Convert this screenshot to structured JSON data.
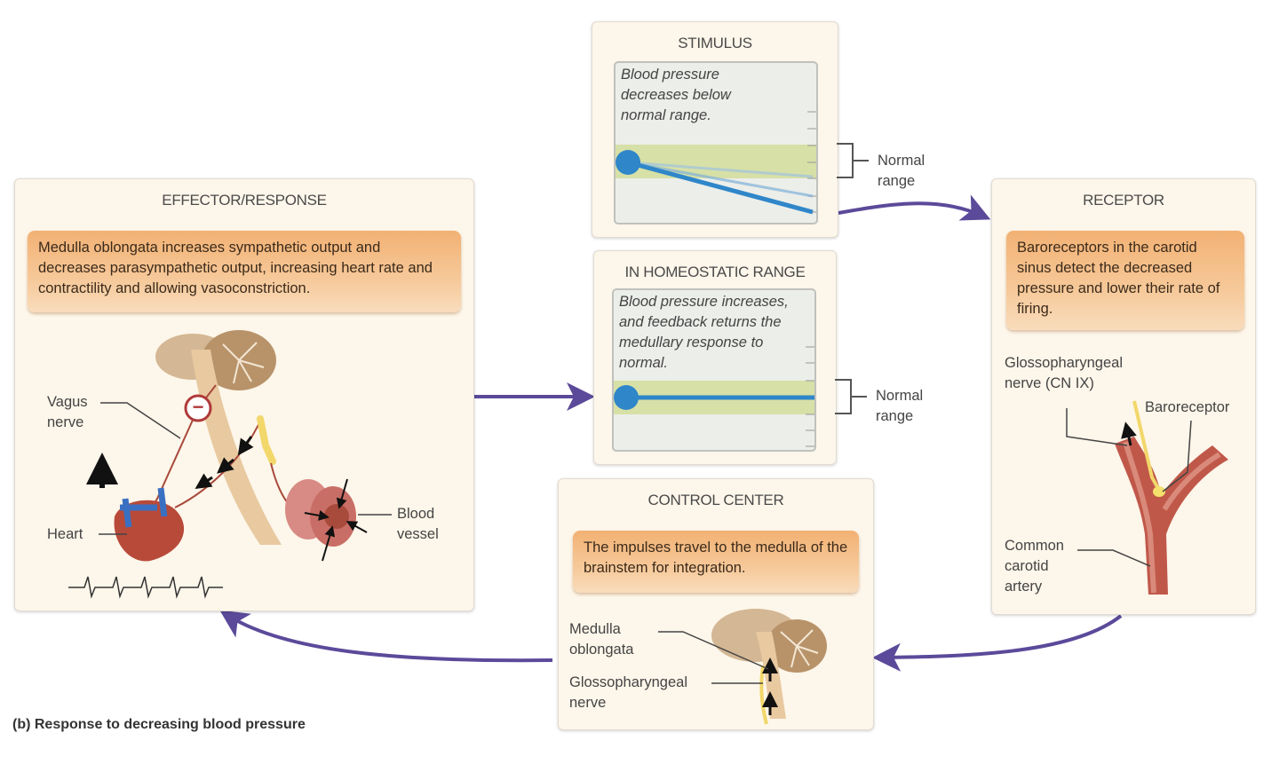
{
  "caption": "(b) Response to decreasing blood pressure",
  "colors": {
    "arrow": "#5b4a9a",
    "panel_bg": "#fdf6ea",
    "normal_band": "#d7e0a6",
    "bp_line": "#2f86c9",
    "orange_box": "#f4bb82"
  },
  "stimulus": {
    "title": "STIMULUS",
    "graph_text": "Blood pressure decreases below normal range.",
    "range_label": "Normal range"
  },
  "homeostatic": {
    "title": "IN HOMEOSTATIC RANGE",
    "graph_text": "Blood pressure increases, and feedback returns the medullary response to normal.",
    "range_label": "Normal range"
  },
  "receptor": {
    "title": "RECEPTOR",
    "description": "Baroreceptors in the carotid sinus detect the decreased pressure and lower their rate of firing.",
    "labels": {
      "nerve": "Glossopharyngeal nerve (CN IX)",
      "baroreceptor": "Baroreceptor",
      "artery": "Common carotid artery"
    }
  },
  "control_center": {
    "title": "CONTROL CENTER",
    "description": "The impulses travel to the medulla of the brainstem for integration.",
    "labels": {
      "medulla": "Medulla oblongata",
      "nerve": "Glossopharyngeal nerve"
    }
  },
  "effector": {
    "title": "EFFECTOR/RESPONSE",
    "description": "Medulla oblongata increases sympathetic output and decreases parasympathetic output, increasing heart rate and contractility and allowing vasoconstriction.",
    "labels": {
      "vagus": "Vagus nerve",
      "heart": "Heart",
      "vessel": "Blood vessel"
    },
    "inhibition_symbol": "−"
  }
}
